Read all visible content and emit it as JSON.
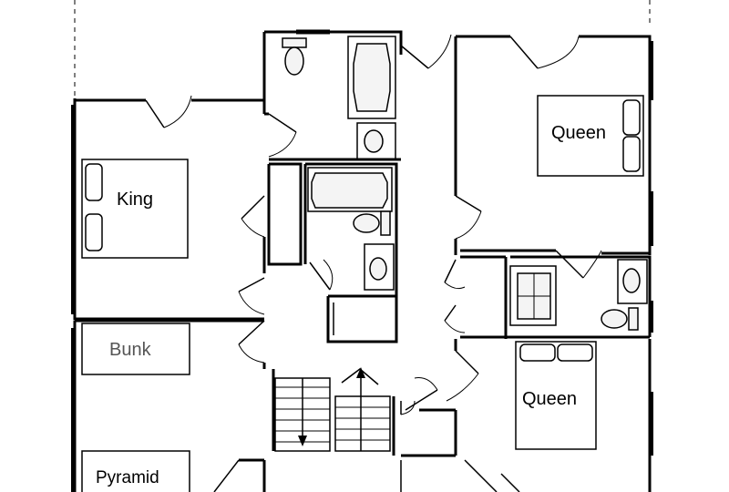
{
  "labels": {
    "king": "King",
    "queen_top": "Queen",
    "queen_bottom": "Queen",
    "bunk": "Bunk",
    "pyramid": "Pyramid"
  },
  "colors": {
    "line": "#000000",
    "background": "#ffffff",
    "fixture_fill": "#f4f4f4",
    "bunk_text": "#555555"
  }
}
